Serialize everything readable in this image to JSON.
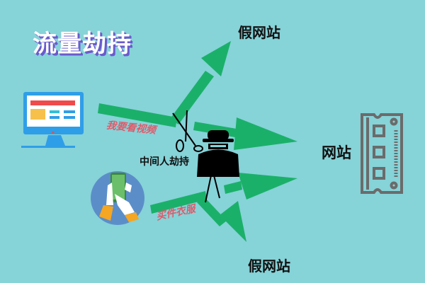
{
  "title": "流量劫持",
  "labels": {
    "fake_site_top": "假网站",
    "fake_site_bottom": "假网站",
    "real_site": "网站",
    "mitm": "中间人劫持",
    "request_desktop": "我要看视频",
    "request_mobile": "买件衣服"
  },
  "colors": {
    "background": "#86d3d8",
    "arrow": "#1bb06a",
    "title_shadow": "#6a5acd",
    "request_text": "#e05a6a",
    "server": "#6b6b6b",
    "monitor": "#2f9ee8",
    "phone_circle": "#5b8ec9"
  },
  "icons": [
    "desktop-monitor-icon",
    "smartphone-hand-icon",
    "hacker-icon",
    "scissors-icon",
    "server-ram-icon"
  ]
}
